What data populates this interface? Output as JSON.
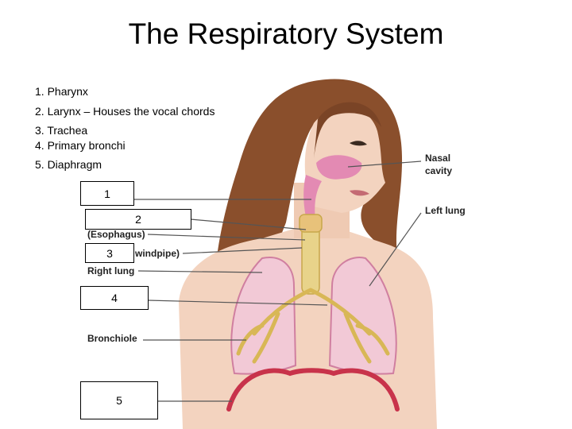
{
  "title": "The Respiratory System",
  "list": [
    "1. Pharynx",
    "2. Larynx – Houses the vocal chords",
    "3. Trachea",
    "4. Primary bronchi",
    "5. Diaphragm"
  ],
  "labels": {
    "nasal_cavity_1": "Nasal",
    "nasal_cavity_2": "cavity",
    "left_lung": "Left lung",
    "esophagus": "(Esophagus)",
    "windpipe": "windpipe)",
    "right_lung": "Right lung",
    "bronchiole": "Bronchiole"
  },
  "boxes": [
    "1",
    "2",
    "3",
    "4",
    "5"
  ],
  "colors": {
    "skin": "#f3d3bf",
    "hair": "#8a4f2c",
    "lung": "#f2c9d6",
    "airway": "#e8d38a",
    "diaphragm": "#c8334b"
  }
}
